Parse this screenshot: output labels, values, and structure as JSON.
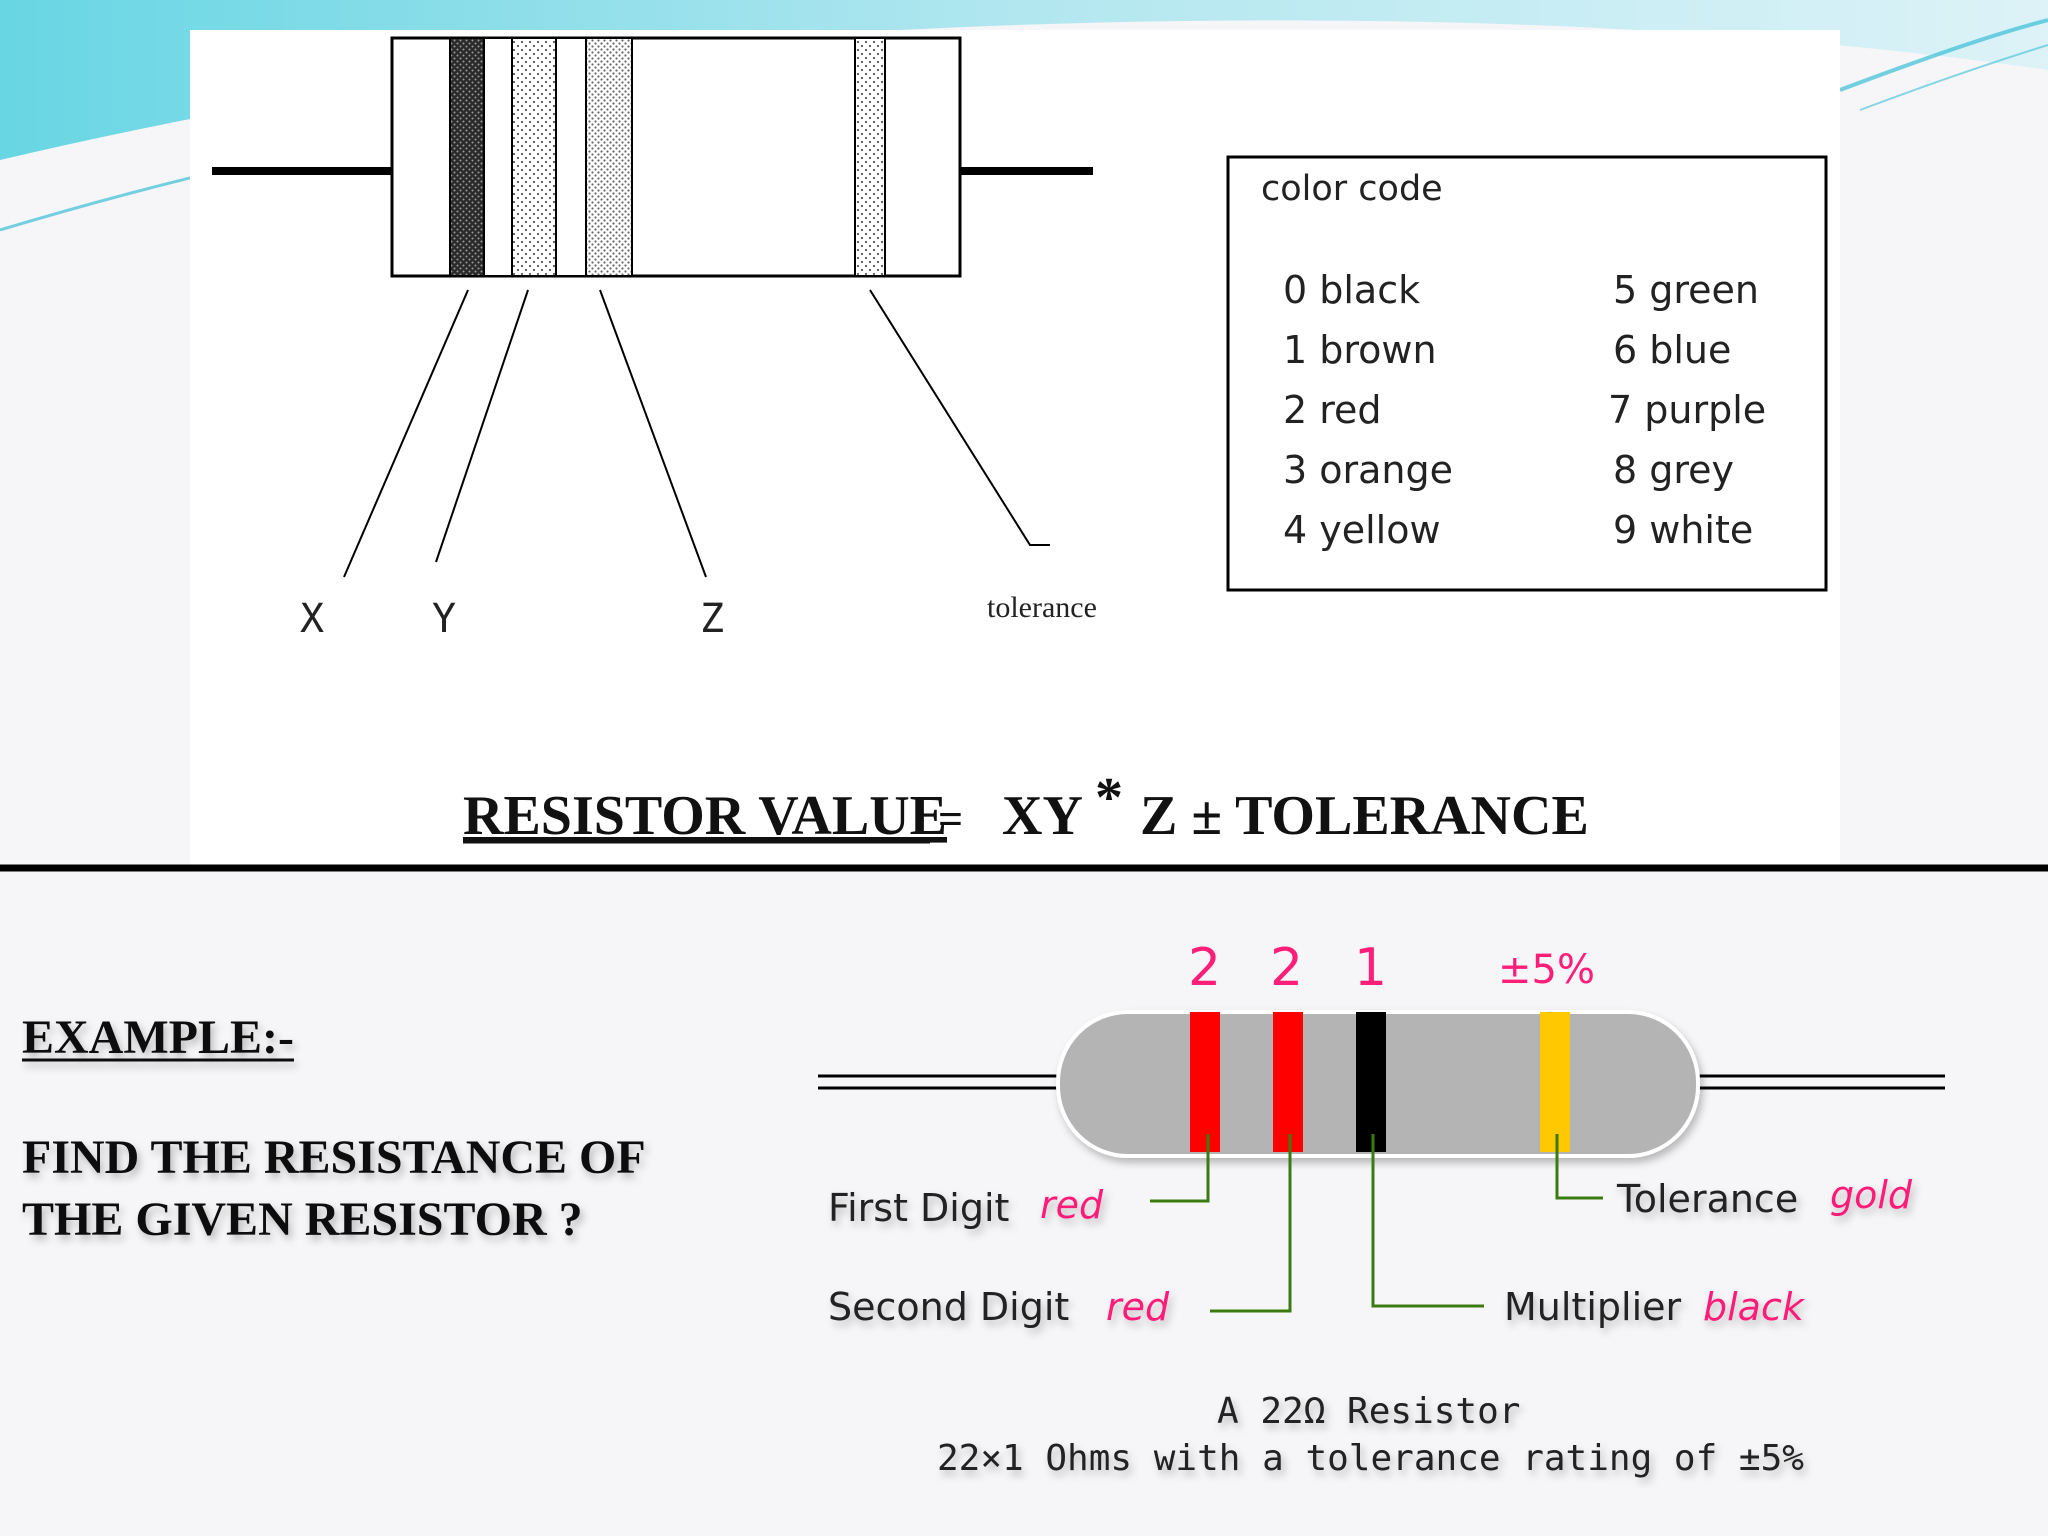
{
  "top_diagram": {
    "labels": {
      "x": "X",
      "y": "Y",
      "z": "Z",
      "tolerance": "tolerance"
    },
    "color_code": {
      "title": "color code",
      "left": [
        "0  black",
        "1  brown",
        "2  red",
        "3 orange",
        "4 yellow"
      ],
      "right": [
        "5  green",
        "6  blue",
        "7 purple",
        "8  grey",
        "9  white"
      ]
    }
  },
  "formula": {
    "label": "RESISTOR VALUE",
    "equals": " = ",
    "xy": "XY",
    "star": "*",
    "rest": "Z ± TOLERANCE"
  },
  "example": {
    "heading": "EXAMPLE:-",
    "question_line1": "FIND  THE  RESISTANCE  OF",
    "question_line2": "THE   GIVEN  RESISTOR ?"
  },
  "example_diagram": {
    "top_numbers": [
      "2",
      "2",
      "1",
      "±5%"
    ],
    "band_colors": {
      "red": "#ff0000",
      "black": "#000000",
      "gold": "#ffc800"
    },
    "callouts": {
      "first_label": "First Digit",
      "first_value": "red",
      "second_label": "Second Digit",
      "second_value": "red",
      "multiplier_label": "Multiplier",
      "multiplier_value": "black",
      "tolerance_label": "Tolerance",
      "tolerance_value": "gold"
    },
    "caption_line1": "A 22Ω Resistor",
    "caption_line2": "22×1 Ohms with a tolerance rating of ±5%"
  },
  "colors": {
    "accent_pink": "#ff1e78",
    "callout_green": "#3a7a10",
    "body_gray": "#b4b4b4"
  }
}
